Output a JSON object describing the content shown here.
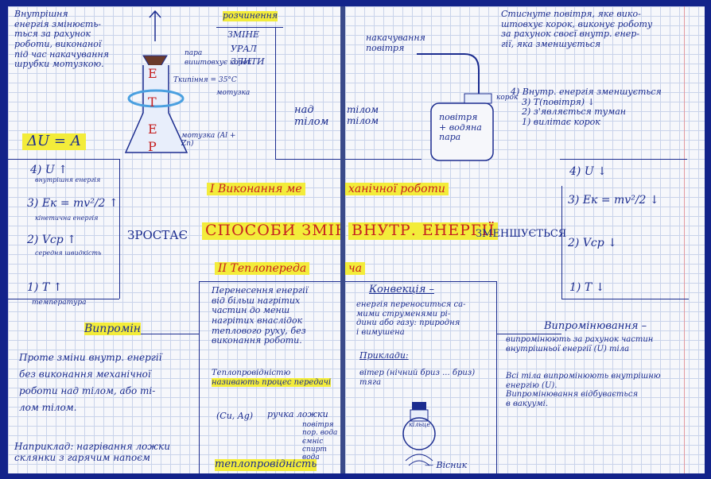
{
  "left": {
    "top_note": [
      "Внутрішня",
      "енергія змінюєть-",
      "ться за рахунок",
      "роботи, виконаної",
      "під час накачування",
      "шрубки мотузкою."
    ],
    "formula": "ΔU = A",
    "flask_letters": [
      "Е",
      "Т",
      "Е",
      "Р"
    ],
    "flask_labels": {
      "steam": "пара",
      "cork": "виштовхує корок",
      "temp": "Tкипіння = 35°C",
      "rope": "мотузка",
      "liquid": "мотузка (Al + Zn)"
    },
    "table_head": [
      "розчинення",
      "ЗМІНЕ",
      "УРАЛ",
      "ЗЛИТИ"
    ],
    "over_body": "над тілом",
    "list": [
      "4) U ↑",
      "внутрішня енергія",
      "3) Eк = mv²/2 ↑",
      "кінетична енергія",
      "2) Vср ↑",
      "середня швидкість",
      "1) T ↑",
      "температура"
    ],
    "grows": "ЗРОСТАЄ",
    "ways": "СПОСОБИ ЗМІНИ",
    "work_heading": "I Виконання ме",
    "heat_heading": "II Теплопереда",
    "teplo_text": [
      "Перенесення енергії",
      "від більш нагрітих",
      "частин до менш",
      "нагрітих внаслідок",
      "теплового руху, без",
      "виконання роботи."
    ],
    "teplo_sub": [
      "Теплопровідністю",
      "називають процес передачі"
    ],
    "teplo_example": [
      "(Cu, Ag)",
      "ручка ложки"
    ],
    "teplo_bottom": "теплопровідність",
    "teplo_right": [
      "повітря",
      "пор. вода",
      "ємніс",
      "спирт",
      "вода"
    ],
    "vyprom_heading": "Випромін",
    "vyprom_text": [
      "Проте зміни внутр. енергії",
      "без виконання механічної",
      "роботи над тілом, або ті-",
      "лом тілом."
    ],
    "example": [
      "Наприклад: нагрівання ложки",
      "склянки з гарячим напоєм"
    ]
  },
  "right": {
    "top_note": [
      "Стиснуте повітря, яке вико-",
      "штовхує корок, виконує роботу",
      "за рахунок своєї внутр. енер-",
      "гії, яка зменшується"
    ],
    "pump_label": [
      "накачування",
      "повітря"
    ],
    "cork_label": "корок",
    "vessel_text": [
      "повітря",
      "+ водяна",
      "пара"
    ],
    "steps": [
      "4) Внутр. енергія зменшується",
      "3) T(повітря) ↓",
      "2) з'являється туман",
      "1) вилітає корок"
    ],
    "body_label": [
      "тілом",
      "тілом"
    ],
    "work_heading": "ханічної роботи",
    "inner": "ВНУТР. ЕНЕРГІЇ",
    "decreases": "ЗМЕНШУЄТЬСЯ",
    "list": [
      "4) U ↓",
      "3) Eк = mv²/2 ↓",
      "2) Vср ↓",
      "1) T ↓"
    ],
    "heat_tail": "ча",
    "konv_heading": "Конвекція –",
    "konv_text": [
      "енергія переноситься са-",
      "мими струменями рі-",
      "дини або газу: природня",
      "і вимушена"
    ],
    "konv_example_head": "Приклади:",
    "konv_example": [
      "вітер (нічний бриз ... бриз)",
      "тяга"
    ],
    "lamp_label": "кільце",
    "vosk": "— Вісник",
    "vyprom_heading": "Випромінювання –",
    "vyprom_text": [
      "випромінюють за рахунок частин",
      "внутрішньої енергії (U) тіла"
    ],
    "vyprom_more": [
      "Всі тіла випромінюють внутрішню",
      "енергію (U).",
      "Випромінювання відбувається",
      "в вакуумі."
    ]
  }
}
